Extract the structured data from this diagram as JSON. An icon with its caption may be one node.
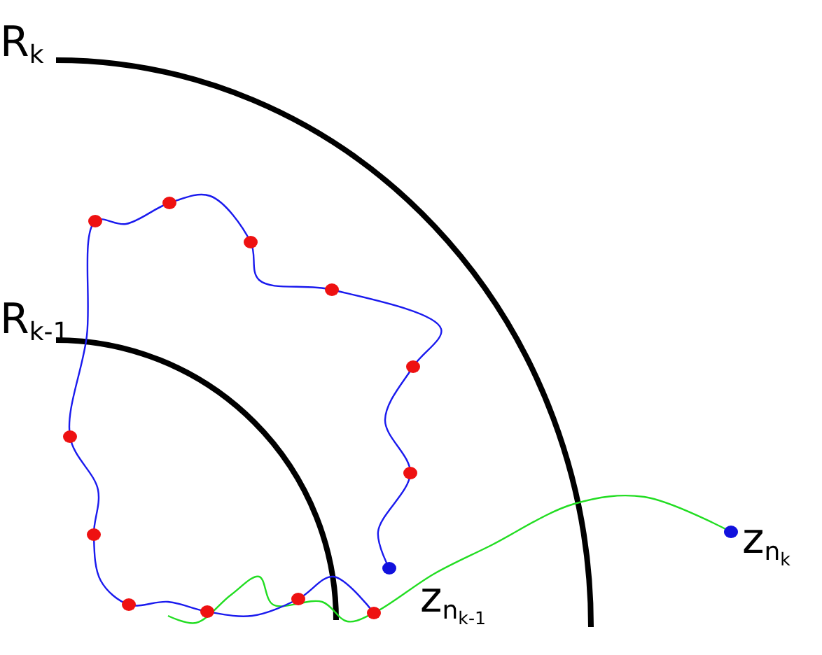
{
  "diagram": {
    "labels": [
      "R$_{k}$",
      "R$_{k-1}$",
      "z$_{n}$$_{k-1}$",
      "z$_{n}$$_{k}$"
    ]
  }
}
